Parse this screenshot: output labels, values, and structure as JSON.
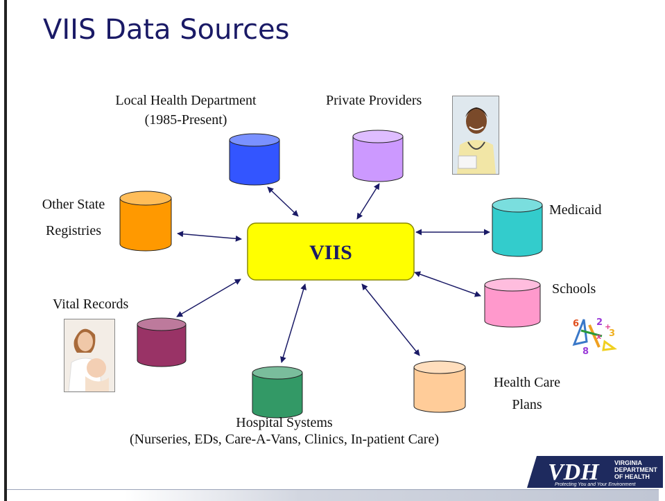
{
  "slide": {
    "title": "VIIS Data Sources"
  },
  "hub": {
    "label": "VIIS",
    "fill": "#ffff00",
    "stroke": "#8a8a00"
  },
  "sources": [
    {
      "id": "local-health-department",
      "line1": "Local Health Department",
      "line2": "(1985-Present)",
      "color": "#3355ff"
    },
    {
      "id": "private-providers",
      "line1": "Private Providers",
      "line2": "",
      "color": "#cc99ff"
    },
    {
      "id": "other-state-registries",
      "line1": "Other State",
      "line2": "Registries",
      "color": "#ff9900"
    },
    {
      "id": "medicaid",
      "line1": "Medicaid",
      "line2": "",
      "color": "#33cccc"
    },
    {
      "id": "vital-records",
      "line1": "Vital Records",
      "line2": "",
      "color": "#993366"
    },
    {
      "id": "schools",
      "line1": "Schools",
      "line2": "",
      "color": "#ff99cc"
    },
    {
      "id": "hospital-systems",
      "line1": "Hospital Systems",
      "line2": "(Nurseries, EDs, Care-A-Vans, Clinics, In-patient Care)",
      "color": "#339966"
    },
    {
      "id": "health-care-plans",
      "line1": "Health Care",
      "line2": "Plans",
      "color": "#ffcc99"
    }
  ],
  "connector_color": "#1a1a66",
  "logo": {
    "letters": "VDH",
    "line1": "VIRGINIA",
    "line2": "DEPARTMENT",
    "line3": "OF HEALTH",
    "tagline": "Protecting You and Your Environment",
    "color": "#1e2a5e"
  }
}
